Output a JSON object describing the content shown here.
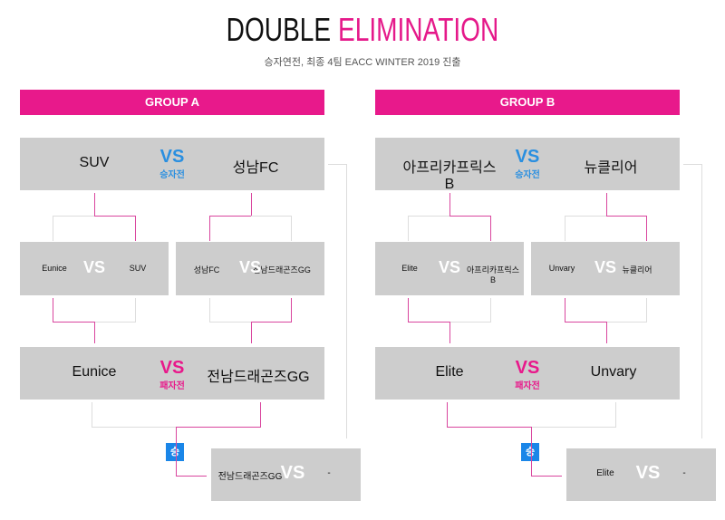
{
  "title": {
    "part1": "DOUBLE",
    "part2": "ELIMINATION"
  },
  "subtitle": "승자연전, 최종 4팀 EACC WINTER 2019 진출",
  "colors": {
    "accent": "#e8198b",
    "winners": "#2a8fe0",
    "badge": "#1a86e8"
  },
  "groups": [
    {
      "header": "GROUP A",
      "winners": {
        "left": "SUV",
        "vs": "VS",
        "label": "승자전",
        "right": "성남FC"
      },
      "semi1": {
        "left": "Eunice",
        "vs": "VS",
        "right": "SUV"
      },
      "semi2": {
        "left": "성남FC",
        "vs": "VS",
        "right": "전남드래곤즈GG"
      },
      "losers": {
        "left": "Eunice",
        "vs": "VS",
        "label": "패자전",
        "right": "전남드래곤즈GG"
      },
      "badge": "승",
      "final": {
        "left": "전남드래곤즈GG",
        "vs": "VS",
        "right": "-"
      }
    },
    {
      "header": "GROUP B",
      "winners": {
        "left": "아프리카프릭스B",
        "vs": "VS",
        "label": "승자전",
        "right": "뉴클리어"
      },
      "semi1": {
        "left": "Elite",
        "vs": "VS",
        "right": "아프리카프릭스B"
      },
      "semi2": {
        "left": "Unvary",
        "vs": "VS",
        "right": "뉴클리어"
      },
      "losers": {
        "left": "Elite",
        "vs": "VS",
        "label": "패자전",
        "right": "Unvary"
      },
      "badge": "승",
      "final": {
        "left": "Elite",
        "vs": "VS",
        "right": "-"
      }
    }
  ]
}
